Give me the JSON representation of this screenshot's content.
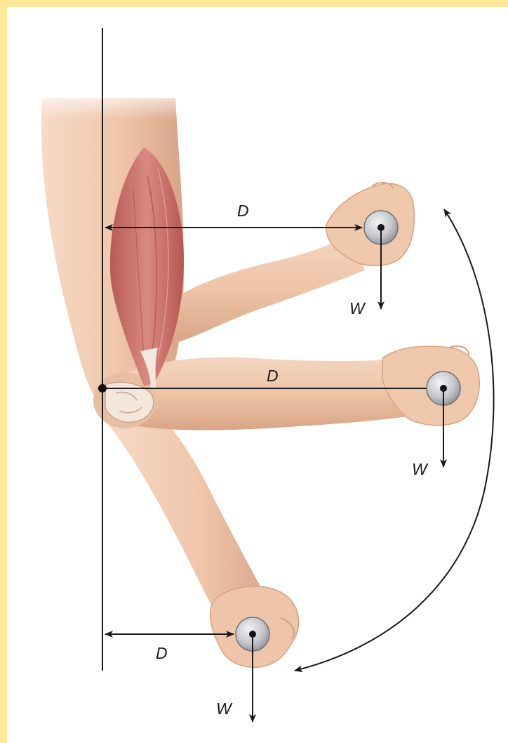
{
  "diagram": {
    "labels": {
      "distance_top": "D",
      "weight_top": "W",
      "distance_middle": "D",
      "weight_middle": "W",
      "distance_bottom": "D",
      "weight_bottom": "W"
    },
    "colors": {
      "border_yellow": "#fde89a",
      "panel_background": "#ffffff",
      "skin": "#efc9ad",
      "skin_shadow": "#d9a688",
      "muscle": "#c4706a",
      "tendon": "#f0e4dc",
      "weight_disc": "#c9cbd0",
      "line": "#1a1a1a"
    }
  }
}
